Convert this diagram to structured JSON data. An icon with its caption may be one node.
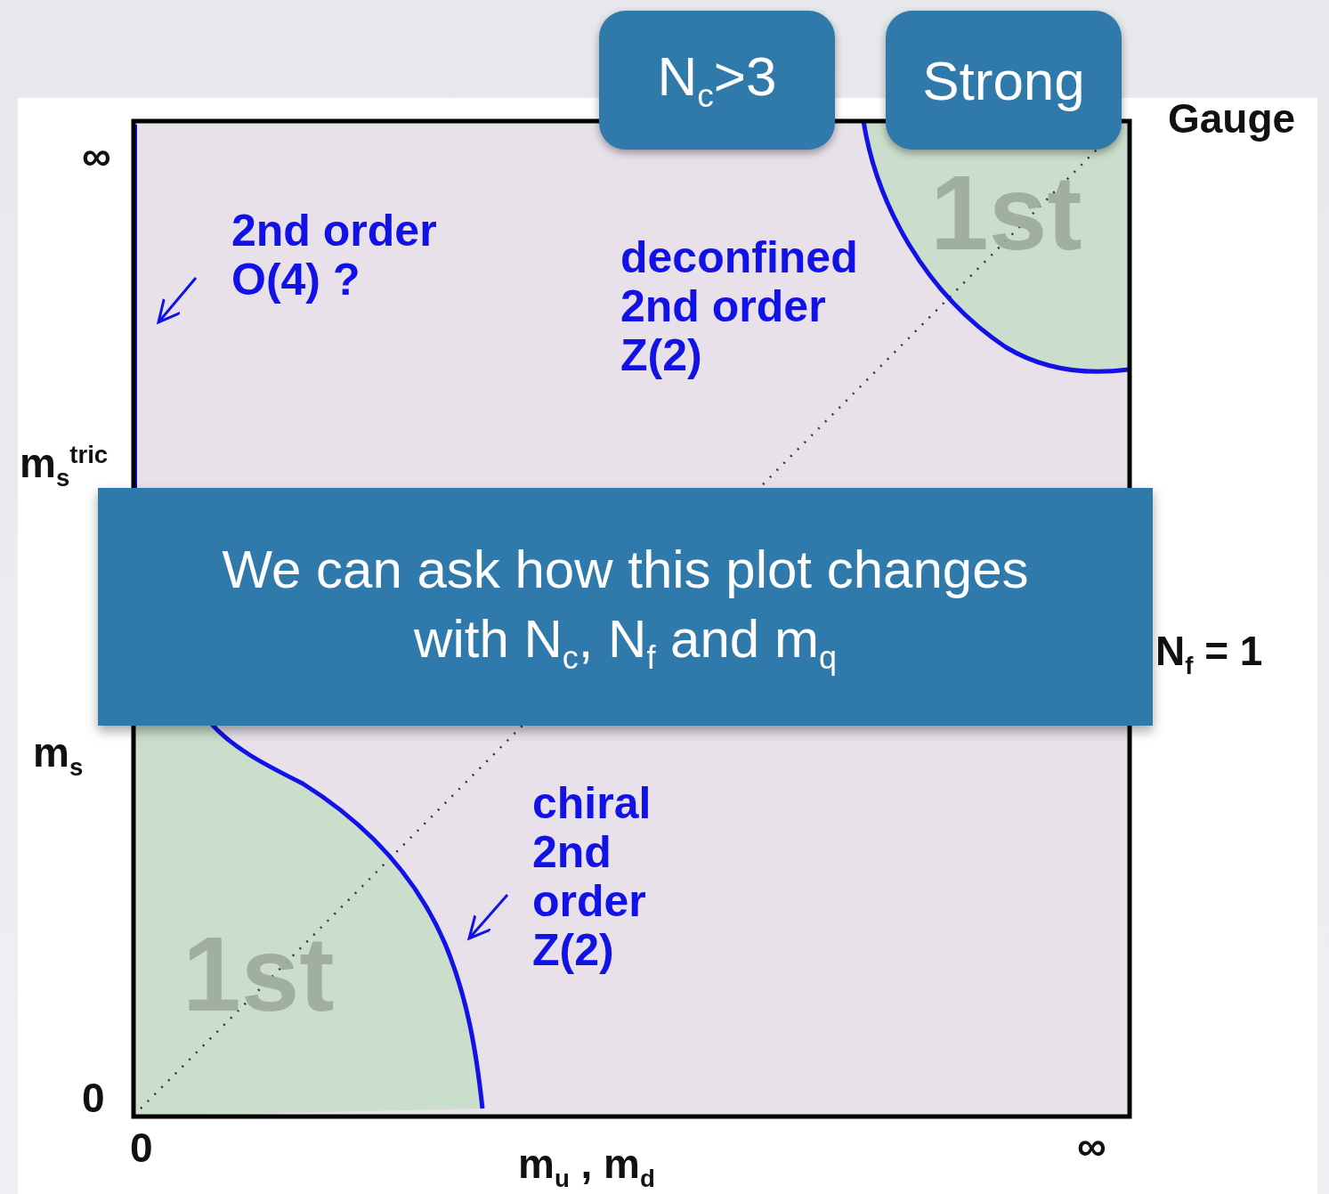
{
  "diagram": {
    "nodes": [
      {
        "text": [
          "N$_{c}$>3"
        ]
      },
      {
        "text": [
          "Strong"
        ]
      },
      {
        "text": [
          "We can ask how this plot changes with N$_{c}$, N$_{f}$ and m$_{q}$"
        ]
      }
    ],
    "labels": [
      "∞",
      "2nd order O(4) ?",
      "deconfined 2nd order Z(2)",
      "1st",
      "Gauge",
      "m$_{s}$$^{tric}$",
      "N$_{f}$ = 1",
      "m$_{s}$",
      "chiral 2nd order Z(2)",
      "1st",
      "0",
      "0",
      "m$_{u}$ , m$_{d}$",
      "∞"
    ]
  }
}
